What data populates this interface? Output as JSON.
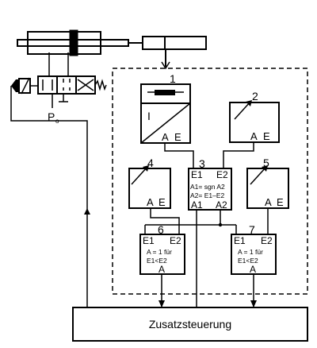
{
  "diagram": {
    "blocks": {
      "b1": {
        "number": "1",
        "roman": "I",
        "output": "A",
        "input": "E"
      },
      "b2": {
        "number": "2",
        "output": "A",
        "input": "E"
      },
      "b3": {
        "number": "3",
        "in1": "E1",
        "in2": "E2",
        "line1": "A1= sgn A2",
        "line2": "A2= E1–E2",
        "out1": "A1",
        "out2": "A2"
      },
      "b4": {
        "number": "4",
        "output": "A",
        "input": "E"
      },
      "b5": {
        "number": "5",
        "output": "A",
        "input": "E"
      },
      "b6": {
        "number": "6",
        "in1": "E1",
        "in2": "E2",
        "line1": "A = 1 für",
        "line2": "E1<E2",
        "output": "A"
      },
      "b7": {
        "number": "7",
        "in1": "E1",
        "in2": "E2",
        "line1": "A = 1 für",
        "line2": "E1<E2",
        "output": "A"
      }
    },
    "supply_label": "P",
    "supply_sub": "o",
    "control_unit": "Zusatzsteuerung"
  }
}
